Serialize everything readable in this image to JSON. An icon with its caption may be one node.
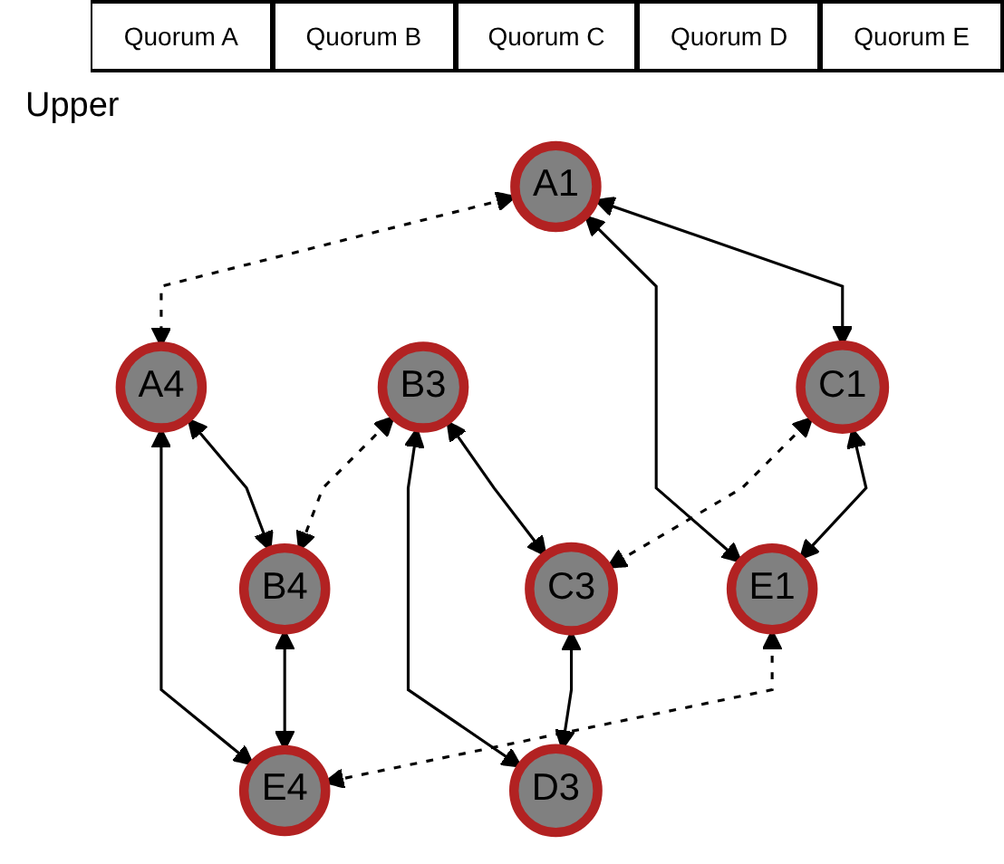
{
  "diagram": {
    "nodes": [
      {
        "text": [
          "A1"
        ]
      },
      {
        "text": [
          "C1"
        ]
      },
      {
        "text": [
          "E1"
        ]
      },
      {
        "text": [
          "B3"
        ]
      },
      {
        "text": [
          "C3"
        ]
      },
      {
        "text": [
          "D3"
        ]
      },
      {
        "text": [
          "A4"
        ]
      },
      {
        "text": [
          "B4"
        ]
      },
      {
        "text": [
          "E4"
        ]
      }
    ],
    "edges": [
      {
        "from": 0,
        "to": 1,
        "arrow": "both"
      },
      {
        "from": 1,
        "to": 2,
        "arrow": "both"
      },
      {
        "from": 0,
        "to": 2,
        "arrow": "both"
      },
      {
        "from": 0,
        "to": 6,
        "arrow": "both",
        "style": "dashed"
      },
      {
        "from": 1,
        "to": 4,
        "arrow": "both",
        "style": "dashed"
      },
      {
        "from": 2,
        "to": 8,
        "arrow": "both",
        "style": "dashed"
      },
      {
        "from": 3,
        "to": 4,
        "arrow": "both"
      },
      {
        "from": 4,
        "to": 5,
        "arrow": "both"
      },
      {
        "from": 3,
        "to": 5,
        "arrow": "both"
      },
      {
        "from": 3,
        "to": 7,
        "arrow": "both",
        "style": "dashed"
      },
      {
        "from": 6,
        "to": 7,
        "arrow": "both"
      },
      {
        "from": 7,
        "to": 8,
        "arrow": "both"
      },
      {
        "from": 6,
        "to": 8,
        "arrow": "both"
      }
    ],
    "labels": [
      "Quorum A",
      "Quorum B",
      "Quorum C",
      "Quorum D",
      "Quorum E",
      "Upper"
    ]
  }
}
